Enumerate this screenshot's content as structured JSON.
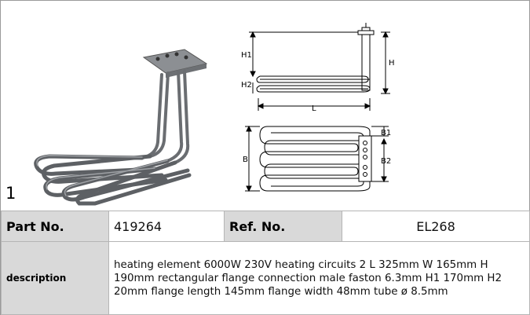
{
  "figure": {
    "index_number": "1",
    "dimension_labels": {
      "h1": "H1",
      "h": "H",
      "h2": "H2",
      "l": "L",
      "b": "B",
      "b1": "B1",
      "b2": "B2"
    }
  },
  "table": {
    "part_no_label": "Part No.",
    "part_no_value": "419264",
    "ref_no_label": "Ref. No.",
    "ref_no_value": "EL268",
    "description_label": "description",
    "description_value": "heating element  6000W 230V heating circuits 2 L 325mm W 165mm H 190mm rectangular flange connection male faston 6.3mm H1 170mm H2 20mm flange length 145mm flange width 48mm tube ø 8.5mm"
  },
  "colors": {
    "label_background": "#d9d9d9",
    "border": "#b5b5b5"
  }
}
